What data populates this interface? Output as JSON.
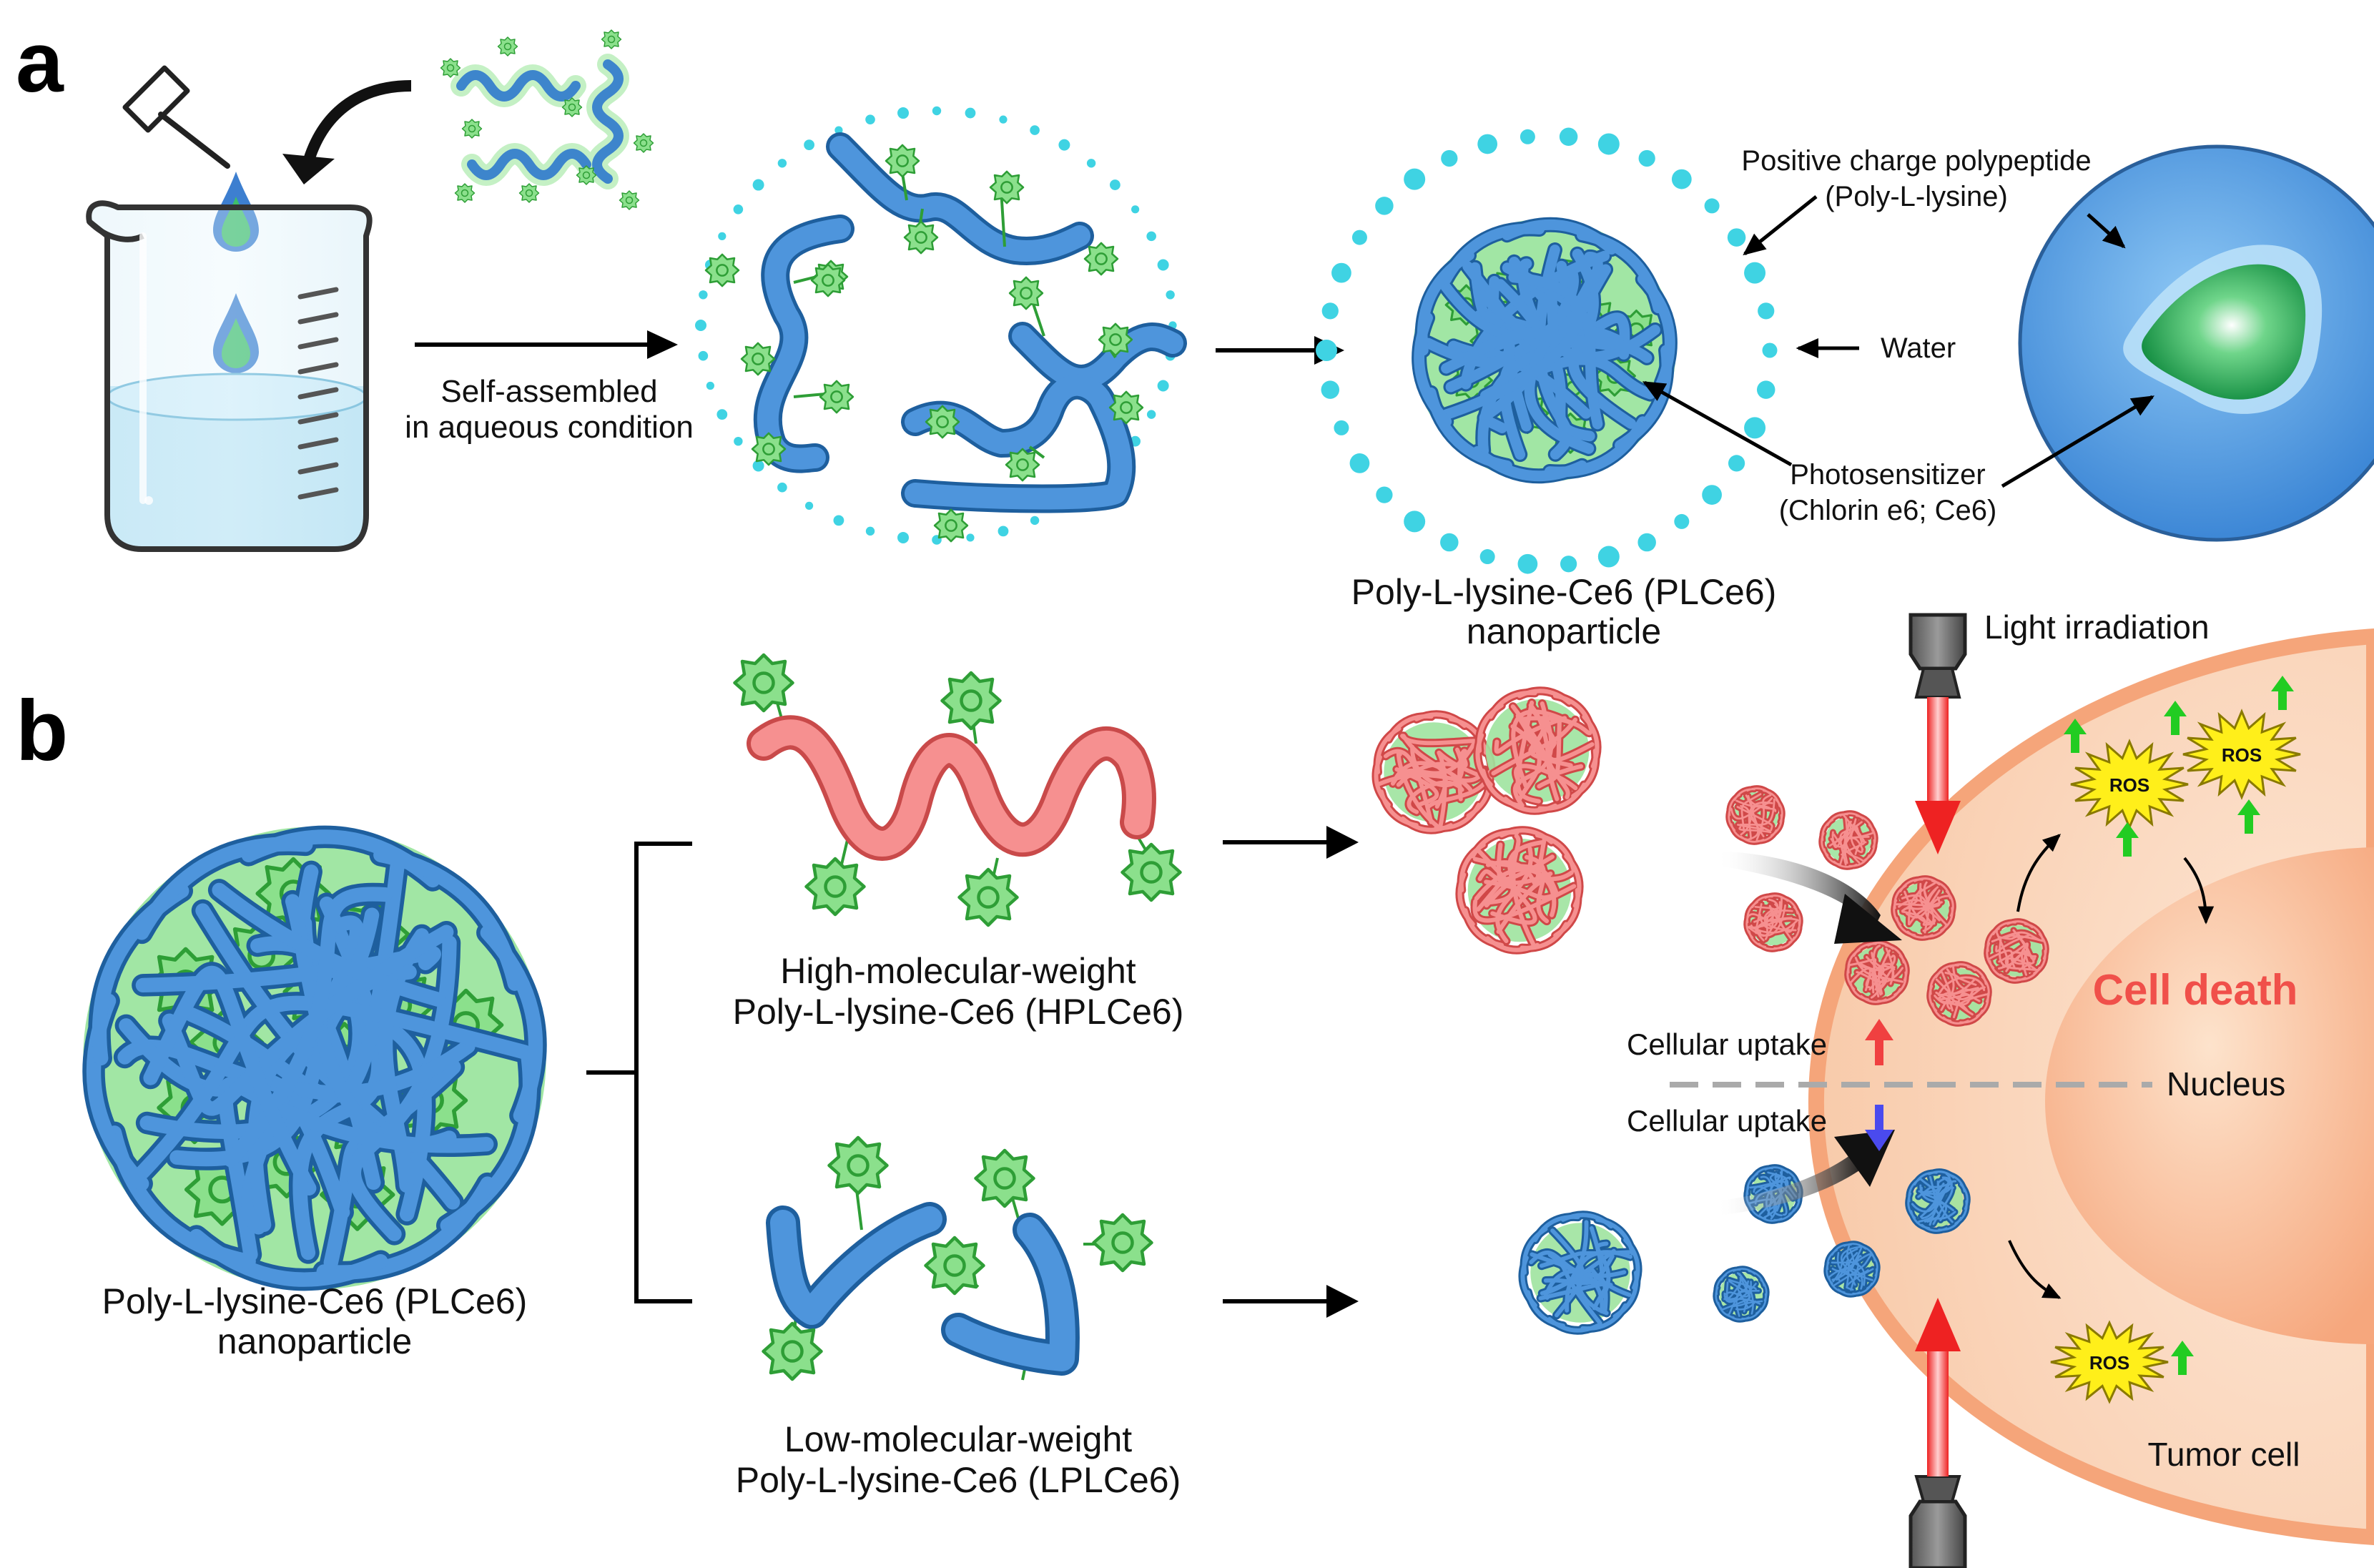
{
  "panels": {
    "a": "a",
    "b": "b"
  },
  "panel_a": {
    "process_label": [
      "Self-assembled",
      "in aqueous condition"
    ],
    "particle_caption": [
      "Poly-L-lysine-Ce6 (PLCe6)",
      "nanoparticle"
    ],
    "callouts": {
      "polypeptide": [
        "Positive charge polypeptide",
        "(Poly-L-lysine)"
      ],
      "water": "Water",
      "photosensitizer": [
        "Photosensitizer",
        "(Chlorin e6; Ce6)"
      ]
    }
  },
  "panel_b": {
    "left_caption": [
      "Poly-L-lysine-Ce6 (PLCe6)",
      "nanoparticle"
    ],
    "high_caption": [
      "High-molecular-weight",
      "Poly-L-lysine-Ce6 (HPLCe6)"
    ],
    "low_caption": [
      "Low-molecular-weight",
      "Poly-L-lysine-Ce6 (LPLCe6)"
    ],
    "light": "Light irradiation",
    "uptake_high": "Cellular uptake",
    "uptake_low": "Cellular uptake",
    "nucleus": "Nucleus",
    "cell_death": "Cell death",
    "tumor_cell": "Tumor cell",
    "ros": "ROS"
  },
  "colors": {
    "polymer_blue": "#3d85cc",
    "polymer_blue_light": "#6aaee8",
    "polymer_red": "#f47c7c",
    "ce6_green": "#77d67a",
    "ce6_dark": "#2e9e36",
    "water_cyan": "#3fd3e3",
    "cell_orange": "#f9c09c",
    "cell_death_red": "#f0504a",
    "ros_yellow": "#ffef1a",
    "arrow_green": "#22cc22",
    "light_red": "#ee2222"
  }
}
